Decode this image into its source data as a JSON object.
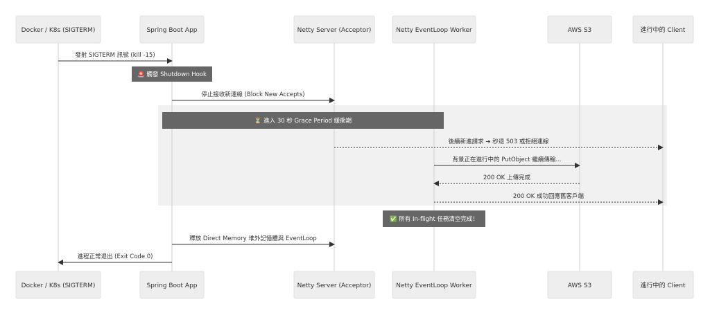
{
  "actors": [
    "Docker / K8s (SIGTERM)",
    "Spring Boot App",
    "Netty Server (Acceptor)",
    "Netty EventLoop Worker",
    "AWS S3",
    "進行中的 Client"
  ],
  "notes": {
    "shutdown_hook": "🚨 觸發 Shutdown Hook",
    "grace_period": "⏳ 進入 30 秒 Grace Period 緩衝期",
    "all_done": "✅ 所有 In-flight 任務清空完成！"
  },
  "messages": [
    {
      "label": "發射 SIGTERM 訊號 (kill -15)",
      "from": 0,
      "to": 1,
      "style": "solid"
    },
    {
      "label": "停止接收新連線 (Block New Accepts)",
      "from": 1,
      "to": 2,
      "style": "solid"
    },
    {
      "label": "後續新進請求 ➔ 秒退 503 或拒絕連線",
      "from": 2,
      "to": 5,
      "style": "dashed"
    },
    {
      "label": "背景正在進行中的 PutObject 繼續傳輸...",
      "from": 3,
      "to": 4,
      "style": "solid"
    },
    {
      "label": "200 OK 上傳完成",
      "from": 4,
      "to": 3,
      "style": "dashed"
    },
    {
      "label": "200 OK 成功回應舊客戶端",
      "from": 3,
      "to": 5,
      "style": "dashed"
    },
    {
      "label": "釋放 Direct Memory 堆外記憶體與 EventLoop",
      "from": 1,
      "to": 2,
      "style": "solid"
    },
    {
      "label": "進程正常退出 (Exit Code 0)",
      "from": 1,
      "to": 0,
      "style": "solid"
    }
  ]
}
